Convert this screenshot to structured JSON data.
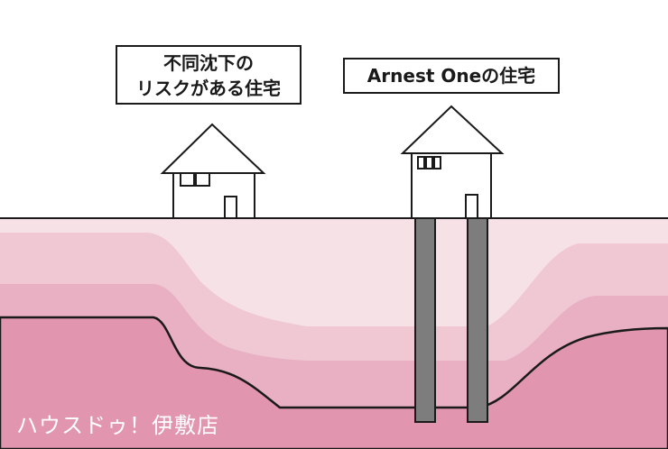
{
  "labels": {
    "risk_house_line1": "不同沈下の",
    "risk_house_line2": "リスクがある住宅",
    "arnest_house": "Arnest Oneの住宅"
  },
  "watermark": "ハウスドゥ！伊敷店",
  "colors": {
    "ground_top": "#f6e1e7",
    "layer_2": "#efc8d4",
    "layer_3": "#e8b0c2",
    "layer_deep": "#e195ae",
    "pile": "#7d7d7d",
    "outline": "#1a1a1a"
  }
}
